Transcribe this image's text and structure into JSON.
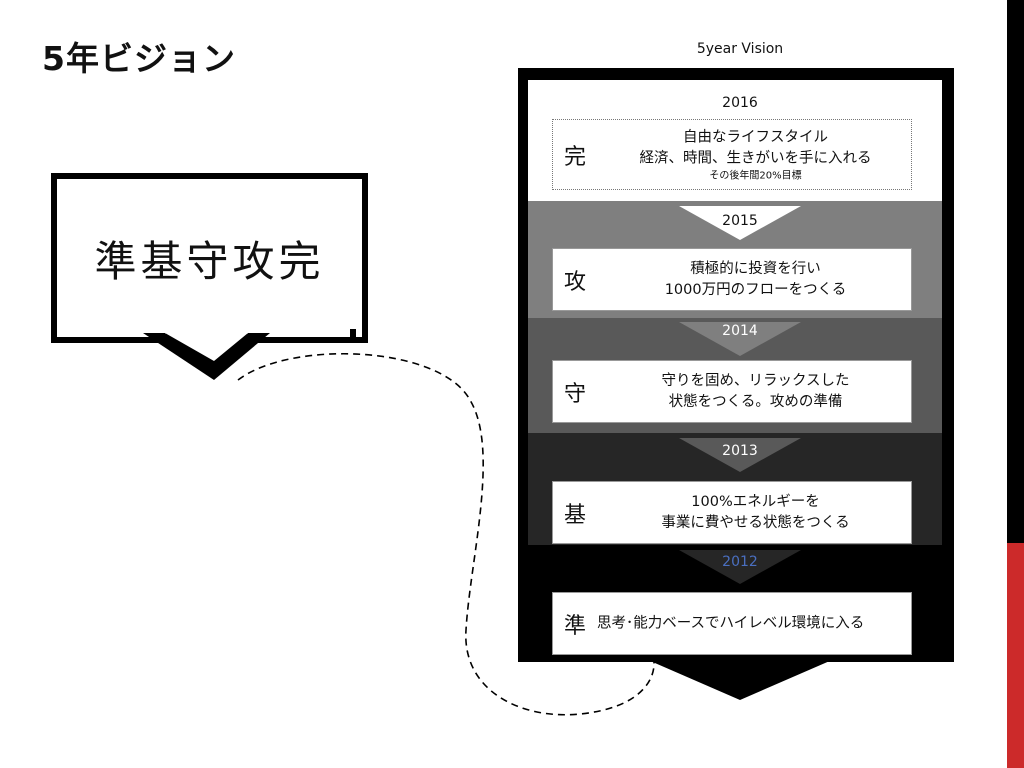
{
  "slide_title": "5年ビジョン",
  "callout_text": "準基守攻完",
  "vision_label": "5year Vision",
  "stages": [
    {
      "year": "2016",
      "key": "完",
      "lines": [
        "自由なライフスタイル",
        "経済、時間、生きがいを手に入れる"
      ],
      "sub": "その後年間20%目標"
    },
    {
      "year": "2015",
      "key": "攻",
      "lines": [
        "積極的に投資を行い",
        "1000万円のフローをつくる"
      ]
    },
    {
      "year": "2014",
      "key": "守",
      "lines": [
        "守りを固め、リラックスした",
        "状態をつくる。攻めの準備"
      ]
    },
    {
      "year": "2013",
      "key": "基",
      "lines": [
        "100%エネルギーを",
        "事業に費やせる状態をつくる"
      ]
    },
    {
      "year": "2012",
      "key": "準",
      "lines": [
        "思考･能力ベースでハイレベル環境に入る"
      ]
    }
  ],
  "colors": {
    "band_2015": "#7f7f7f",
    "band_2014": "#595959",
    "band_2013": "#262626",
    "band_2012": "#000000",
    "year_2012_text": "#4a6fc0",
    "accent_red": "#cc2a2a"
  }
}
